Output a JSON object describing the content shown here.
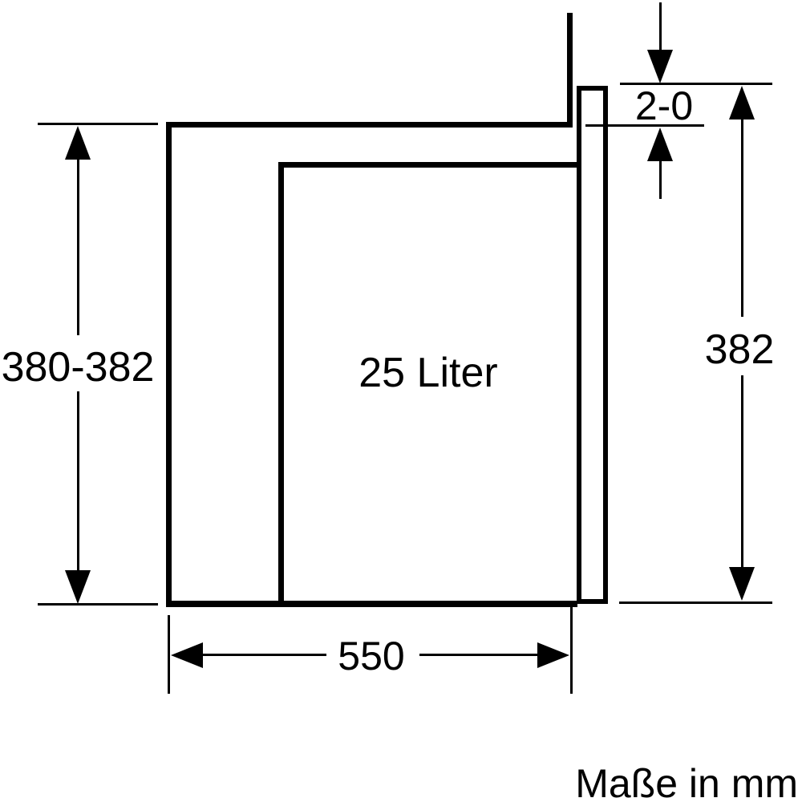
{
  "diagram": {
    "title_note": "Maße in mm",
    "labels": {
      "niche_height_range": "380-382",
      "door_overlap": "2-0",
      "appliance_height": "382",
      "niche_depth": "550",
      "capacity": "25 Liter"
    },
    "colors": {
      "line": "#000000",
      "background": "#ffffff"
    }
  }
}
